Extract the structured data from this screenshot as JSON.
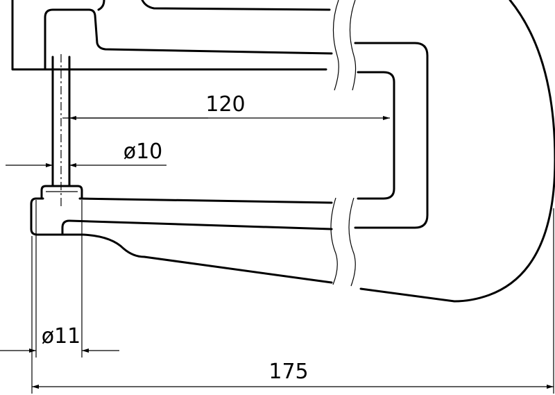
{
  "dimensions": {
    "measuring_length": "120",
    "spindle_diameter": "ø10",
    "anvil_diameter": "ø11",
    "overall_length": "175"
  }
}
